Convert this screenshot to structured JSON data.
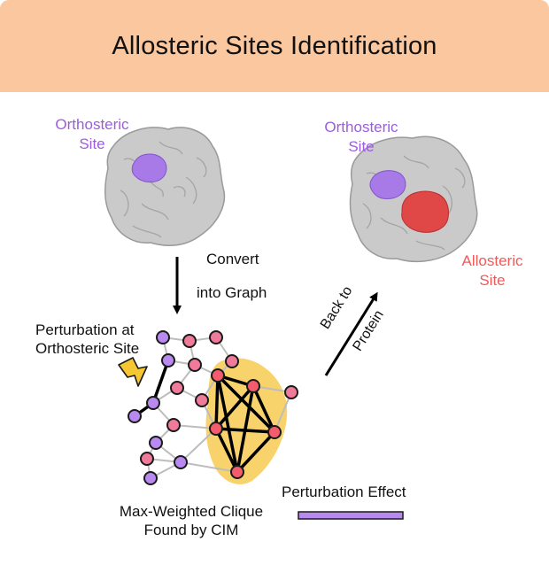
{
  "header": {
    "title": "Allosteric Sites Identification"
  },
  "labels": {
    "orthosteric_left_1": "Orthosteric",
    "orthosteric_left_2": "Site",
    "orthosteric_right_1": "Orthosteric",
    "orthosteric_right_2": "Site",
    "allosteric_1": "Allosteric",
    "allosteric_2": "Site",
    "convert": "Convert",
    "into_graph": "into Graph",
    "perturbation_1": "Perturbation at",
    "perturbation_2": "Orthosteric Site",
    "back_to": "Back to",
    "protein": "Protein",
    "clique_1": "Max-Weighted Clique",
    "clique_2": "Found by CIM",
    "perturbation_effect": "Perturbation Effect"
  },
  "colors": {
    "header_bg": "#fbc79e",
    "orthosteric": "#a77ae8",
    "allosteric": "#e04848",
    "clique_highlight": "#f8d26a",
    "protein_surface": "#c9c9c9",
    "node_purple": "#b88af0",
    "node_pink": "#f07a9a",
    "node_red": "#f25c6c"
  },
  "icons": [
    "lightning-icon",
    "down-arrow",
    "diagonal-arrow"
  ]
}
